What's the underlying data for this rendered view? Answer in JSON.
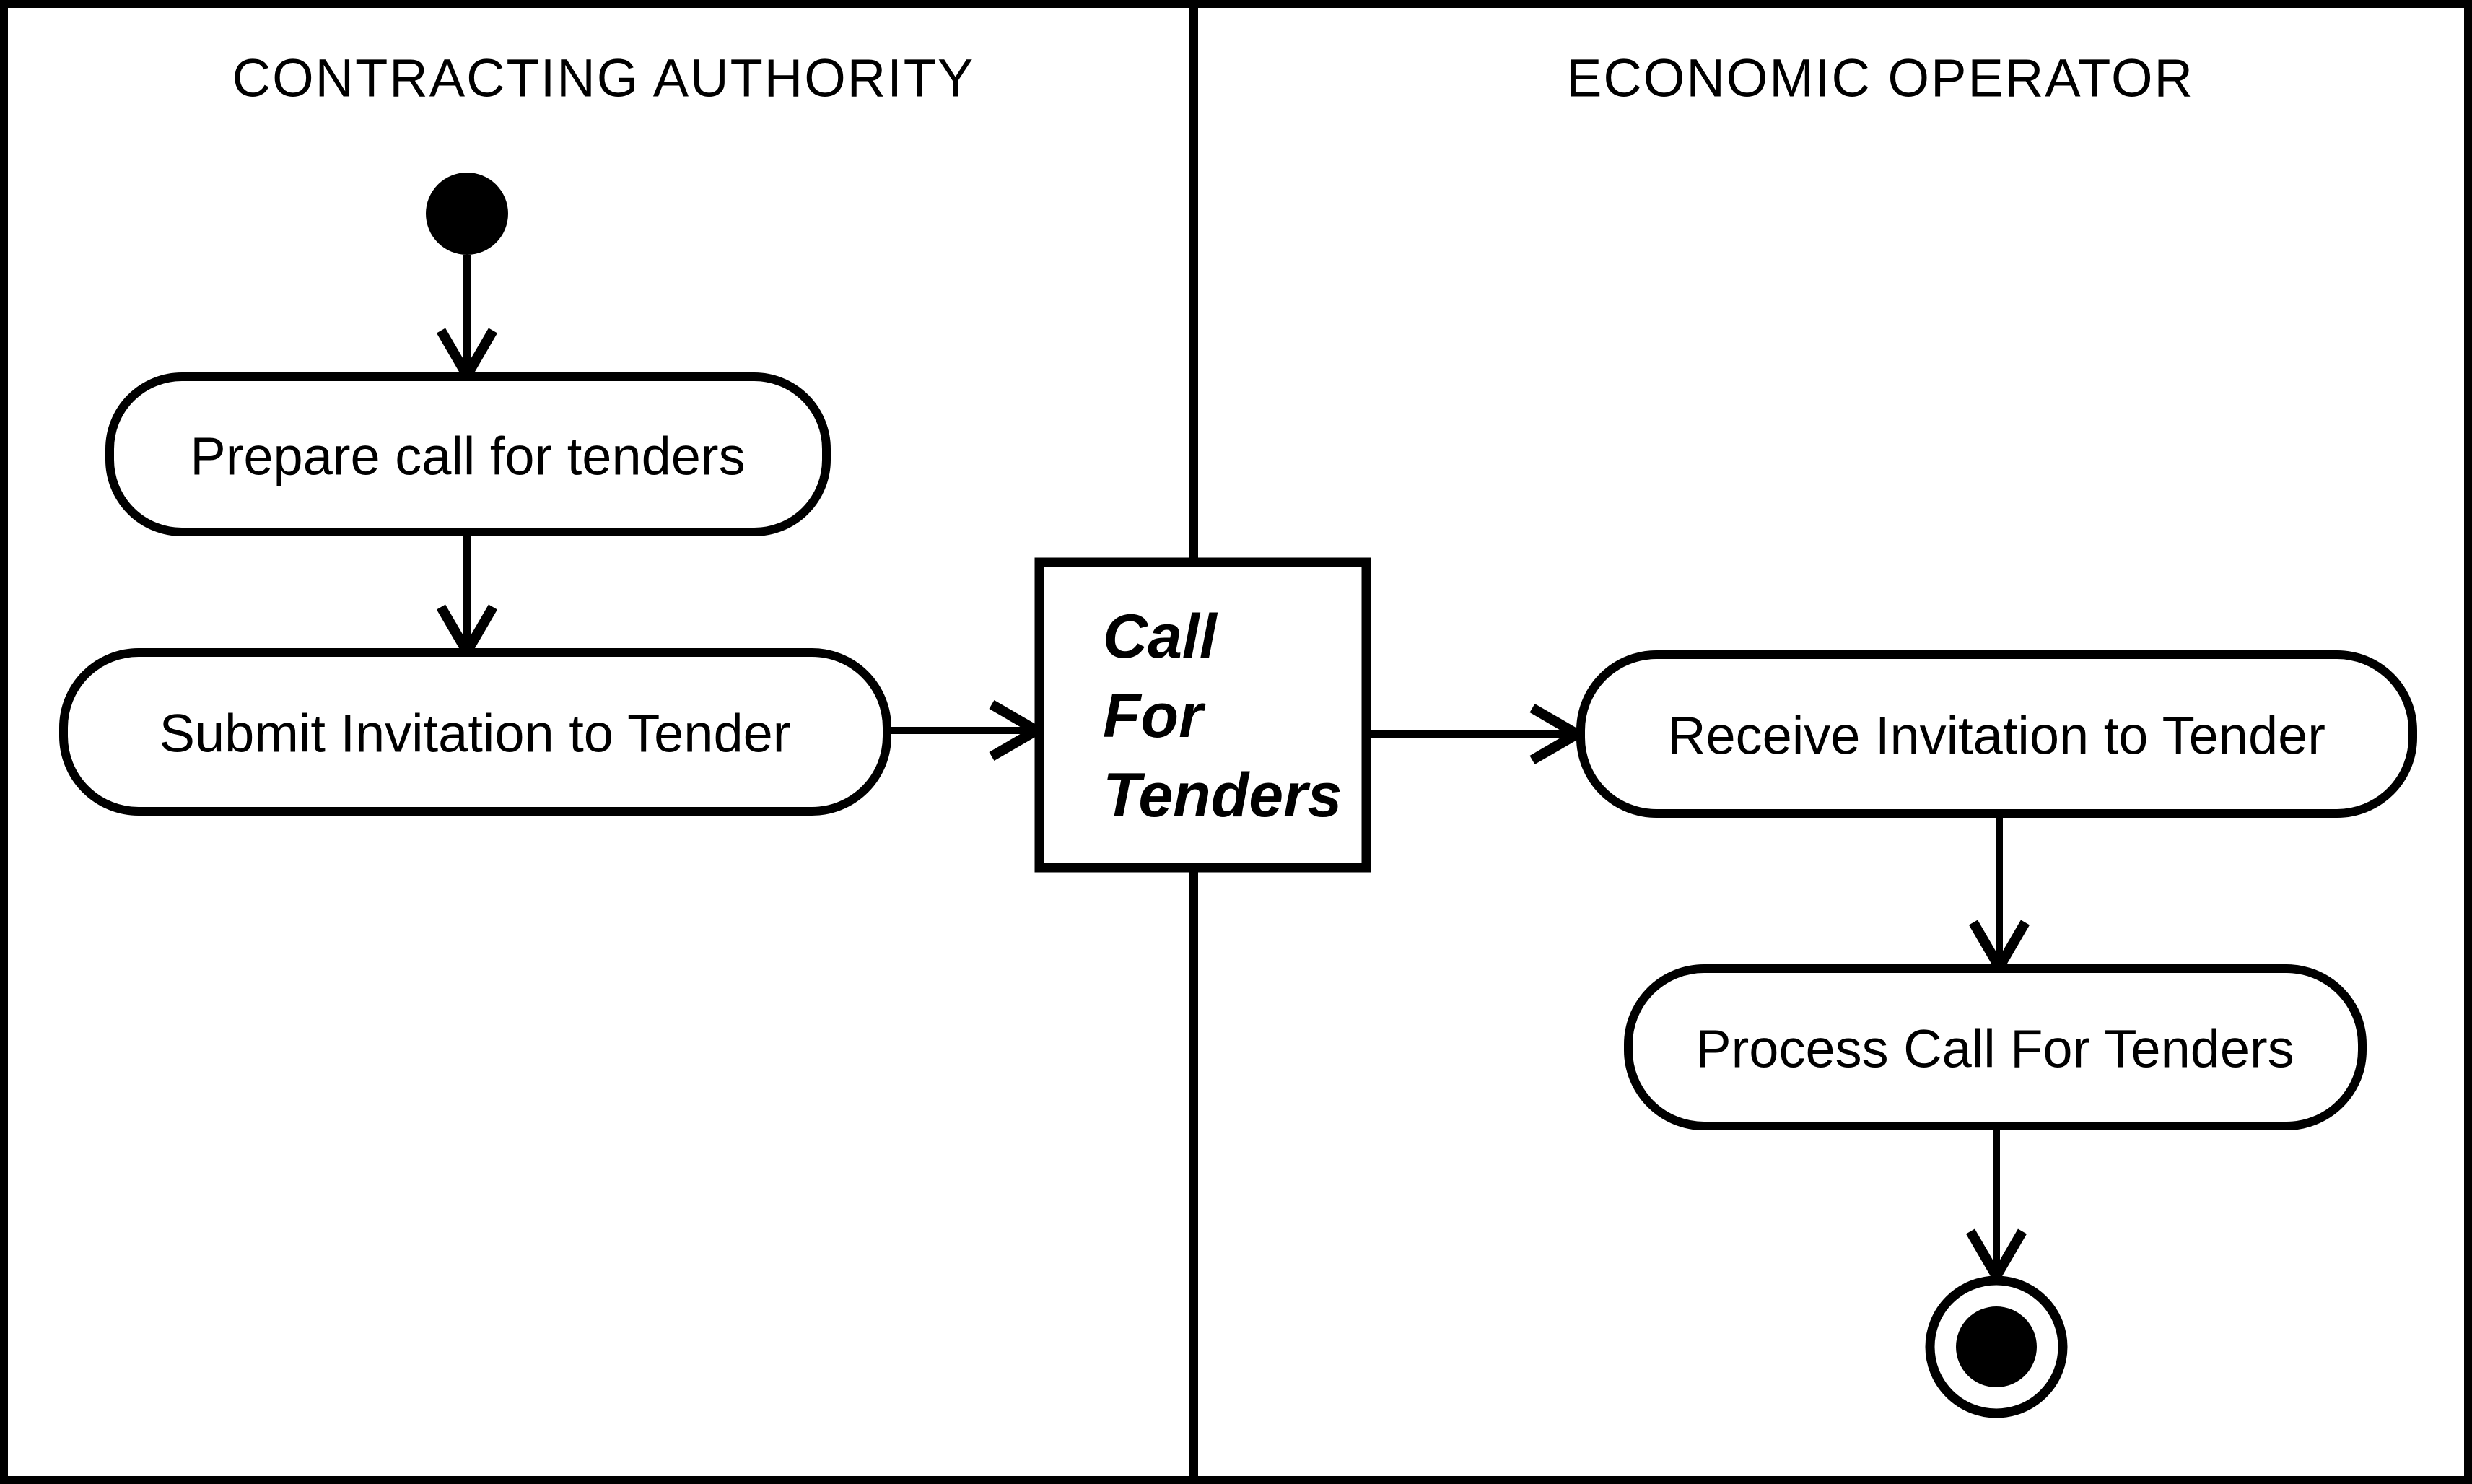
{
  "colors": {
    "ink": "#000000",
    "paper": "#ffffff"
  },
  "diagram": {
    "type": "uml-activity-diagram-with-swimlanes",
    "lanes": {
      "left": {
        "title": "CONTRACTING AUTHORITY"
      },
      "right": {
        "title": "ECONOMIC OPERATOR"
      }
    },
    "nodes": {
      "start": {
        "kind": "initial-node"
      },
      "prepare": {
        "label": "Prepare call for tenders"
      },
      "submit": {
        "label": "Submit Invitation to Tender"
      },
      "call_for_tenders": {
        "kind": "object-node",
        "lines": [
          "Call",
          "For",
          "Tenders"
        ]
      },
      "receive": {
        "label": "Receive Invitation to Tender"
      },
      "process": {
        "label": "Process Call For Tenders"
      },
      "final": {
        "kind": "activity-final-node"
      }
    }
  }
}
